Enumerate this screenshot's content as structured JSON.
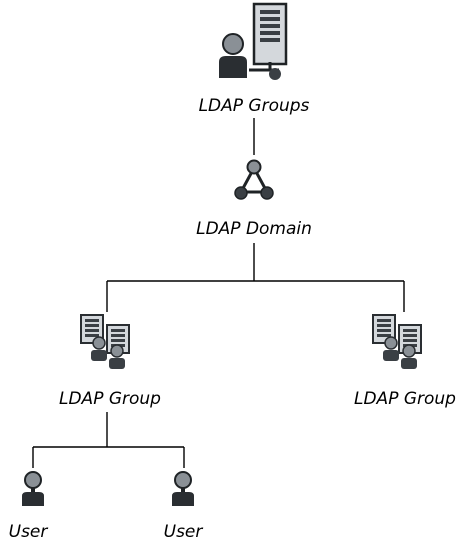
{
  "nodes": {
    "root": {
      "label": "LDAP Groups",
      "icon": "ldap-groups-server-icon"
    },
    "domain": {
      "label": "LDAP Domain",
      "icon": "ldap-domain-network-icon"
    },
    "group_left": {
      "label": "LDAP Group",
      "icon": "ldap-group-icon"
    },
    "group_right": {
      "label": "LDAP Group",
      "icon": "ldap-group-icon"
    },
    "user_left": {
      "label": "User",
      "icon": "user-icon"
    },
    "user_right": {
      "label": "User",
      "icon": "user-icon"
    }
  },
  "colors": {
    "icon_dark": "#3a3f44",
    "icon_mid": "#8a9096",
    "icon_light": "#d4d8dc",
    "line": "#000000"
  }
}
